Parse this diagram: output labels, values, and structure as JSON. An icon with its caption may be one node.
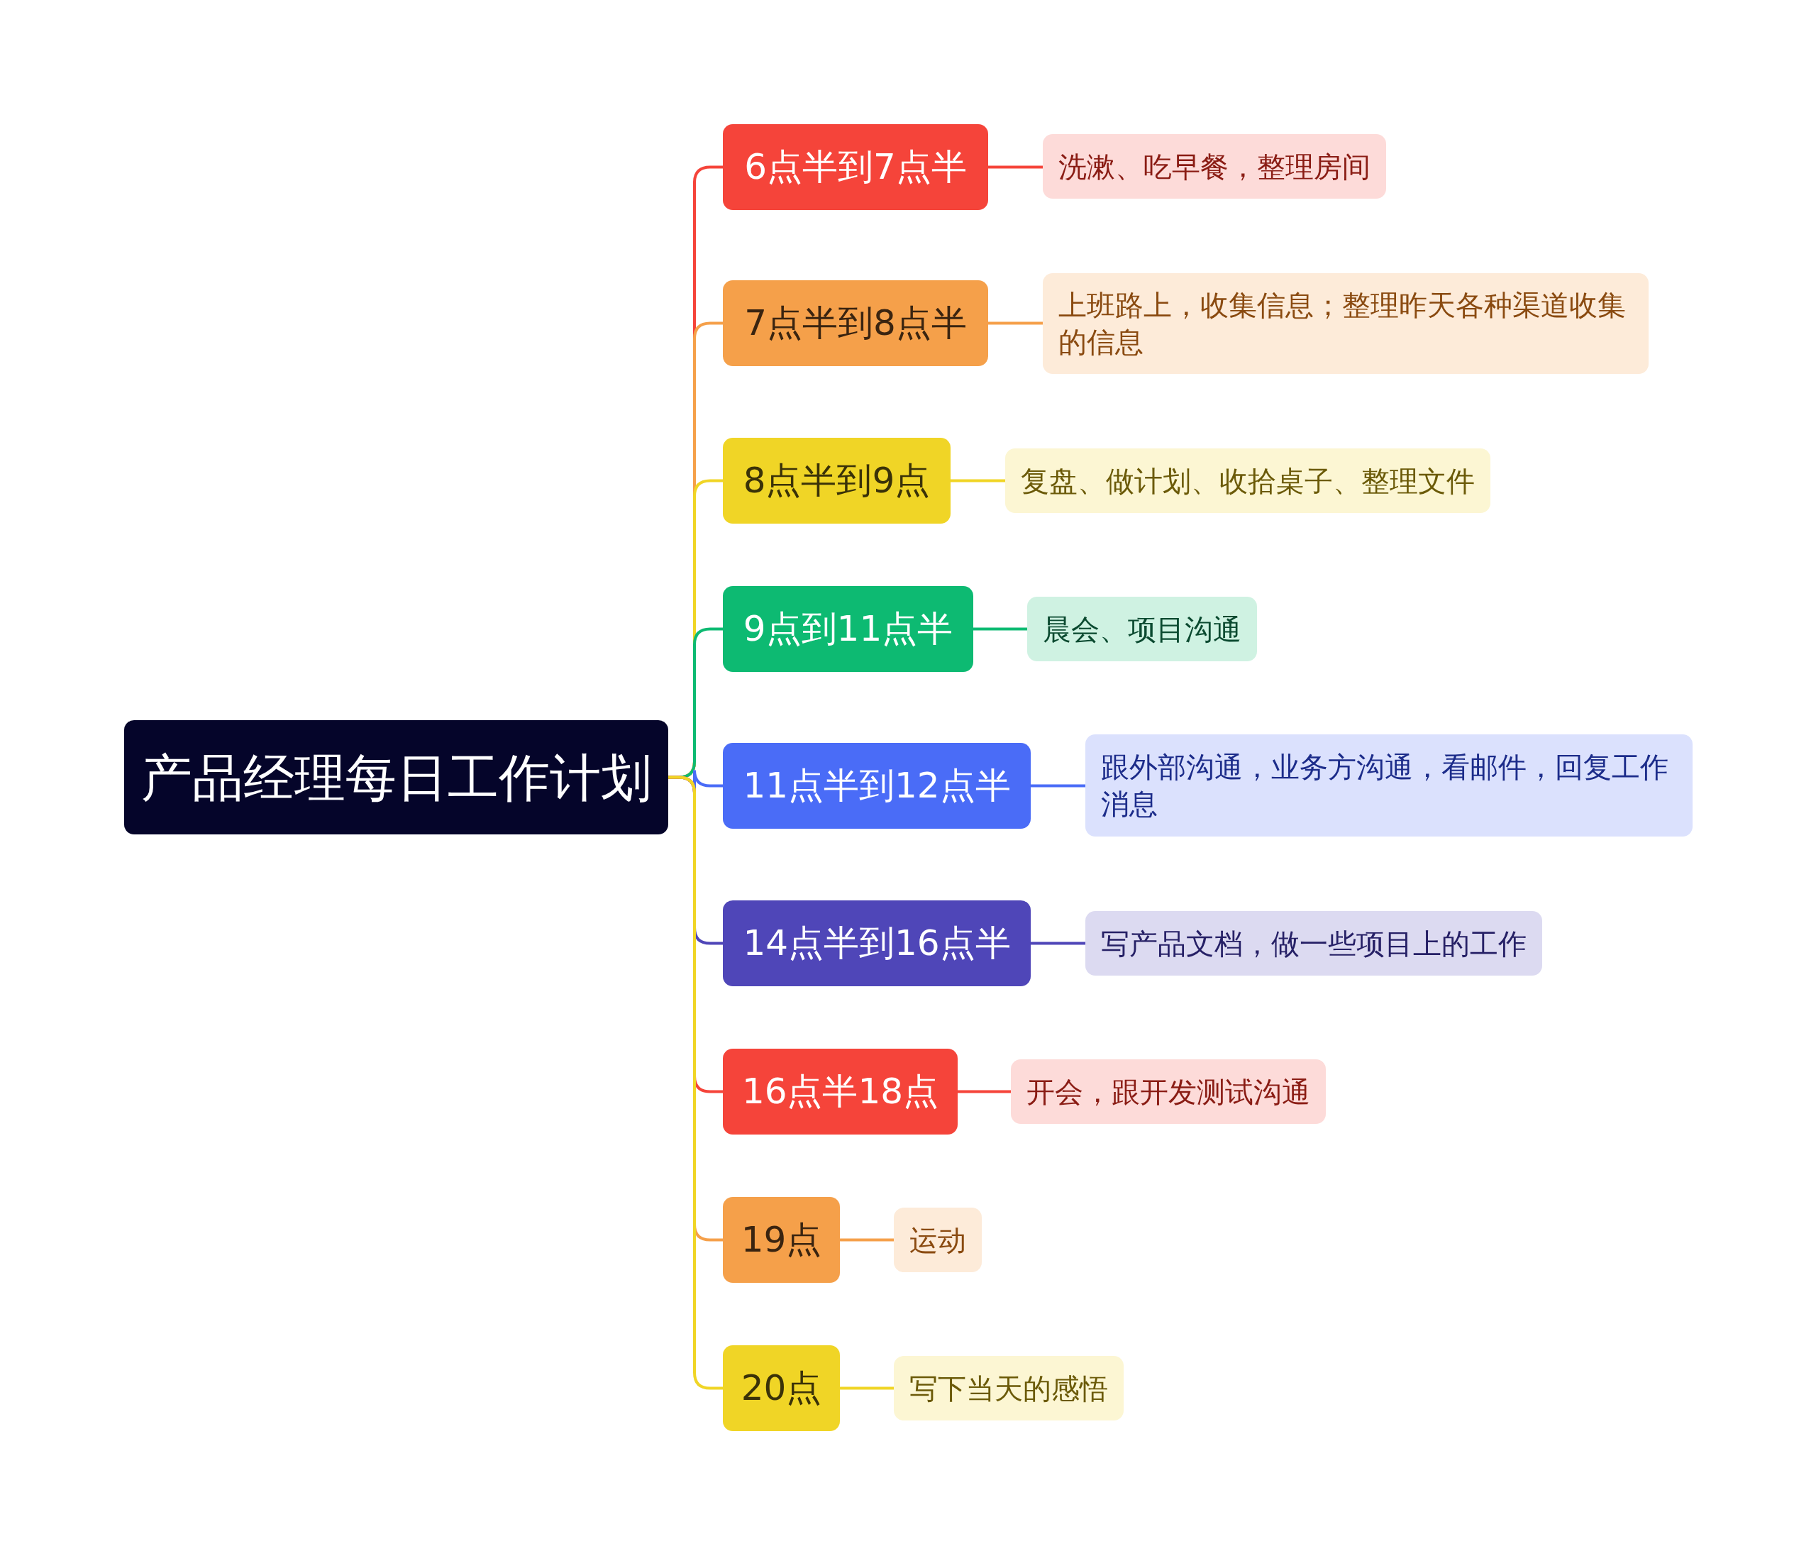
{
  "diagram": {
    "nodes": [
      {
        "text": [
          "产品经理每日工作计划"
        ]
      },
      {
        "text": [
          "6点半到7点半"
        ]
      },
      {
        "text": [
          "洗漱、吃早餐，整理房间"
        ]
      },
      {
        "text": [
          "7点半到8点半"
        ]
      },
      {
        "text": [
          "上班路上，收集信息；整理昨天各种渠道收集的信息"
        ]
      },
      {
        "text": [
          "8点半到9点"
        ]
      },
      {
        "text": [
          "复盘、做计划、收拾桌子、整理文件"
        ]
      },
      {
        "text": [
          "9点到11点半"
        ]
      },
      {
        "text": [
          "晨会、项目沟通"
        ]
      },
      {
        "text": [
          "11点半到12点半"
        ]
      },
      {
        "text": [
          "跟外部沟通，业务方沟通，看邮件，回复工作消息"
        ]
      },
      {
        "text": [
          "14点半到16点半"
        ]
      },
      {
        "text": [
          "写产品文档，做一些项目上的工作"
        ]
      },
      {
        "text": [
          "16点半18点"
        ]
      },
      {
        "text": [
          "开会，跟开发测试沟通"
        ]
      },
      {
        "text": [
          "19点"
        ]
      },
      {
        "text": [
          "运动"
        ]
      },
      {
        "text": [
          "20点"
        ]
      },
      {
        "text": [
          "写下当天的感悟"
        ]
      }
    ],
    "edges": [
      {
        "from": 0,
        "to": 1,
        "arrow": "none",
        "color": "#f5443a"
      },
      {
        "from": 1,
        "to": 2,
        "arrow": "none",
        "color": "#f5443a"
      },
      {
        "from": 0,
        "to": 3,
        "arrow": "none",
        "color": "#f5a04a"
      },
      {
        "from": 3,
        "to": 4,
        "arrow": "none",
        "color": "#f5a04a"
      },
      {
        "from": 0,
        "to": 5,
        "arrow": "none",
        "color": "#f0d526"
      },
      {
        "from": 5,
        "to": 6,
        "arrow": "none",
        "color": "#f0d526"
      },
      {
        "from": 0,
        "to": 7,
        "arrow": "none",
        "color": "#0dba72"
      },
      {
        "from": 7,
        "to": 8,
        "arrow": "none",
        "color": "#0dba72"
      },
      {
        "from": 0,
        "to": 9,
        "arrow": "none",
        "color": "#4a6cf7"
      },
      {
        "from": 9,
        "to": 10,
        "arrow": "none",
        "color": "#4a6cf7"
      },
      {
        "from": 0,
        "to": 11,
        "arrow": "none",
        "color": "#4f46b8"
      },
      {
        "from": 11,
        "to": 12,
        "arrow": "none",
        "color": "#4f46b8"
      },
      {
        "from": 0,
        "to": 13,
        "arrow": "none",
        "color": "#f5443a"
      },
      {
        "from": 13,
        "to": 14,
        "arrow": "none",
        "color": "#f5443a"
      },
      {
        "from": 0,
        "to": 15,
        "arrow": "none",
        "color": "#f5a04a"
      },
      {
        "from": 15,
        "to": 16,
        "arrow": "none",
        "color": "#f5a04a"
      },
      {
        "from": 0,
        "to": 17,
        "arrow": "none",
        "color": "#f0d526"
      },
      {
        "from": 17,
        "to": 18,
        "arrow": "none",
        "color": "#f0d526"
      }
    ]
  }
}
